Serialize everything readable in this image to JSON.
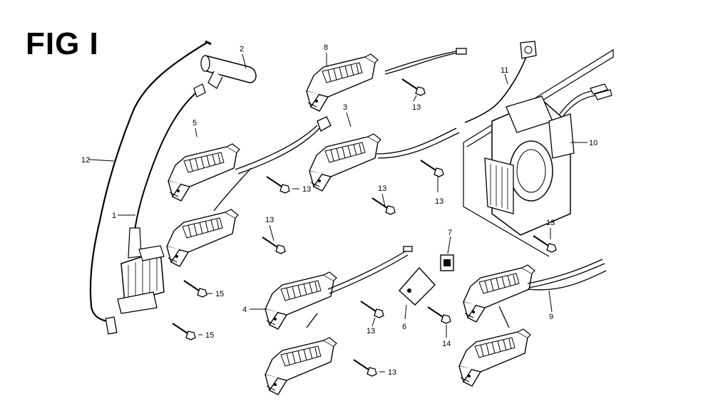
{
  "figure": {
    "title": "FIG I"
  },
  "labels": {
    "l1": "1",
    "l2": "2",
    "l3": "3",
    "l4": "4",
    "l5": "5",
    "l6": "6",
    "l7": "7",
    "l8": "8",
    "l9": "9",
    "l10": "10",
    "l11": "11",
    "l12": "12",
    "l13a": "13",
    "l13b": "13",
    "l13c": "13",
    "l13d": "13",
    "l13e": "13",
    "l13f": "13",
    "l13g": "13",
    "l13h": "13",
    "l14": "14",
    "l15a": "15",
    "l15b": "15"
  }
}
